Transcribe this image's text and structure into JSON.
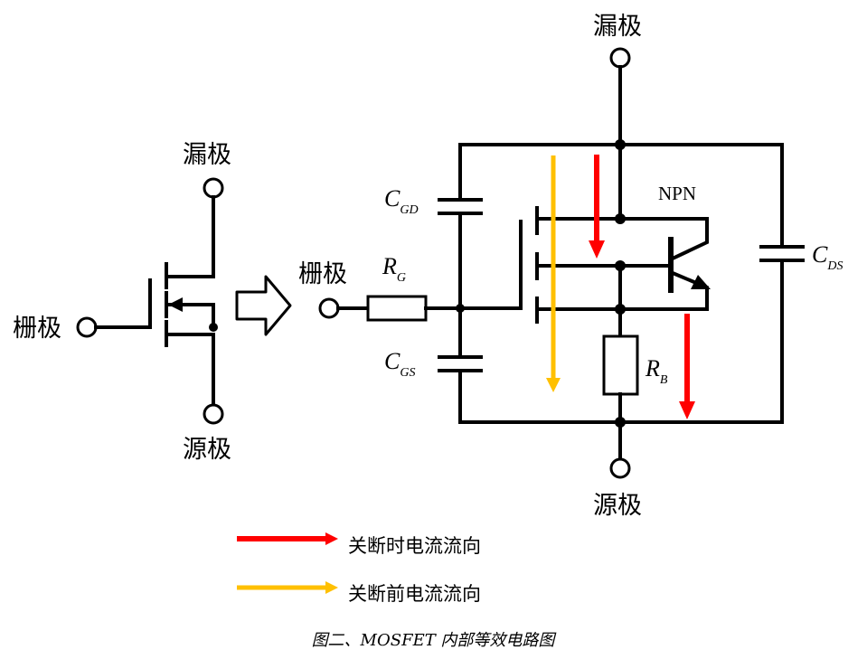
{
  "simple_symbol": {
    "drain_label": "漏极",
    "gate_label": "栅极",
    "source_label": "源极"
  },
  "equivalent_circuit": {
    "drain_label": "漏极",
    "gate_label": "栅极",
    "source_label": "源极",
    "cgd": {
      "main": "C",
      "sub": "GD"
    },
    "cgs": {
      "main": "C",
      "sub": "GS"
    },
    "cds": {
      "main": "C",
      "sub": "DS"
    },
    "rg": {
      "main": "R",
      "sub": "G"
    },
    "rb": {
      "main": "R",
      "sub": "B"
    },
    "npn_label": "NPN"
  },
  "legend": {
    "items": [
      {
        "label": "关断时电流流向",
        "color": "#ff0000"
      },
      {
        "label": "关断前电流流向",
        "color": "#ffc000"
      }
    ]
  },
  "caption": "图二、MOSFET 内部等效电路图",
  "colors": {
    "off_current": "#ff0000",
    "pre_off_current": "#ffc000",
    "wire": "#000000"
  }
}
